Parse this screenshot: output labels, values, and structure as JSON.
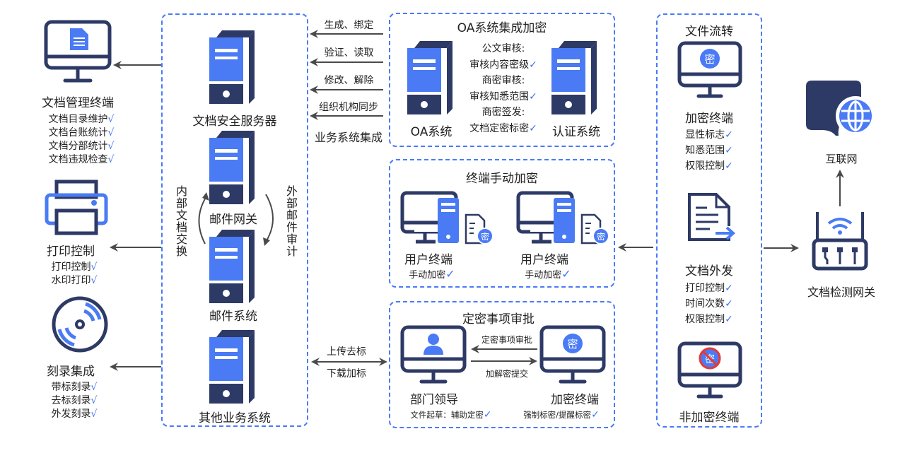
{
  "colors": {
    "accent": "#4a7bf5",
    "navy": "#2e3a66",
    "arrow": "#4a4a4a",
    "forbidden": "#e53935"
  },
  "left": {
    "doc_terminal": {
      "title": "文档管理终端",
      "items": [
        "文档目录维护",
        "文档台账统计",
        "文档分部统计",
        "文档违规检查"
      ]
    },
    "print": {
      "title": "打印控制",
      "items": [
        "打印控制",
        "水印打印"
      ]
    },
    "burn": {
      "title": "刻录集成",
      "items": [
        "带标刻录",
        "去标刻录",
        "外发刻录"
      ]
    },
    "check_mark": "√"
  },
  "servers": {
    "doc_server": "文档安全服务器",
    "mail_gateway": "邮件网关",
    "mail_system": "邮件系统",
    "other_systems": "其他业务系统",
    "internal_exchange": "内部文档交换",
    "external_audit": "外部邮件审计"
  },
  "links": {
    "oa": [
      "生成、绑定",
      "验证、读取",
      "修改、解除",
      "组织机构同步"
    ],
    "integration": "业务系统集成",
    "upload": "上传去标",
    "download": "下载加标"
  },
  "oa_box": {
    "title": "OA系统集成加密",
    "oa_label": "OA系统",
    "auth_label": "认证系统",
    "lines": [
      {
        "text": "公文审核:",
        "check": false
      },
      {
        "text": "审核内容密级",
        "check": true
      },
      {
        "text": "商密审核:",
        "check": false
      },
      {
        "text": "审核知悉范围",
        "check": true
      },
      {
        "text": "商密签发:",
        "check": false
      },
      {
        "text": "文档定密标密",
        "check": true
      }
    ],
    "check_mark": "✓"
  },
  "manual_box": {
    "title": "终端手动加密",
    "terminals": [
      {
        "label": "用户终端",
        "feature": "手动加密"
      },
      {
        "label": "用户终端",
        "feature": "手动加密"
      }
    ],
    "badge": "密"
  },
  "approval_box": {
    "title": "定密事项审批",
    "leader": "部门领导",
    "enc_terminal": "加密终端",
    "arrow_top": "定密事项审批",
    "arrow_bottom": "加解密提交",
    "leader_note": "文件起草：辅助定密",
    "terminal_note": "强制标密/提醒标密",
    "badge": "密"
  },
  "flow_box": {
    "title": "文件流转",
    "enc_terminal": {
      "title": "加密终端",
      "items": [
        "显性标志",
        "知悉范围",
        "权限控制"
      ]
    },
    "doc_out": {
      "title": "文档外发",
      "items": [
        "打印控制",
        "时间次数",
        "权限控制"
      ]
    },
    "non_enc": {
      "title": "非加密终端"
    },
    "badge": "密"
  },
  "right": {
    "internet": "互联网",
    "gateway": "文档检测网关"
  }
}
